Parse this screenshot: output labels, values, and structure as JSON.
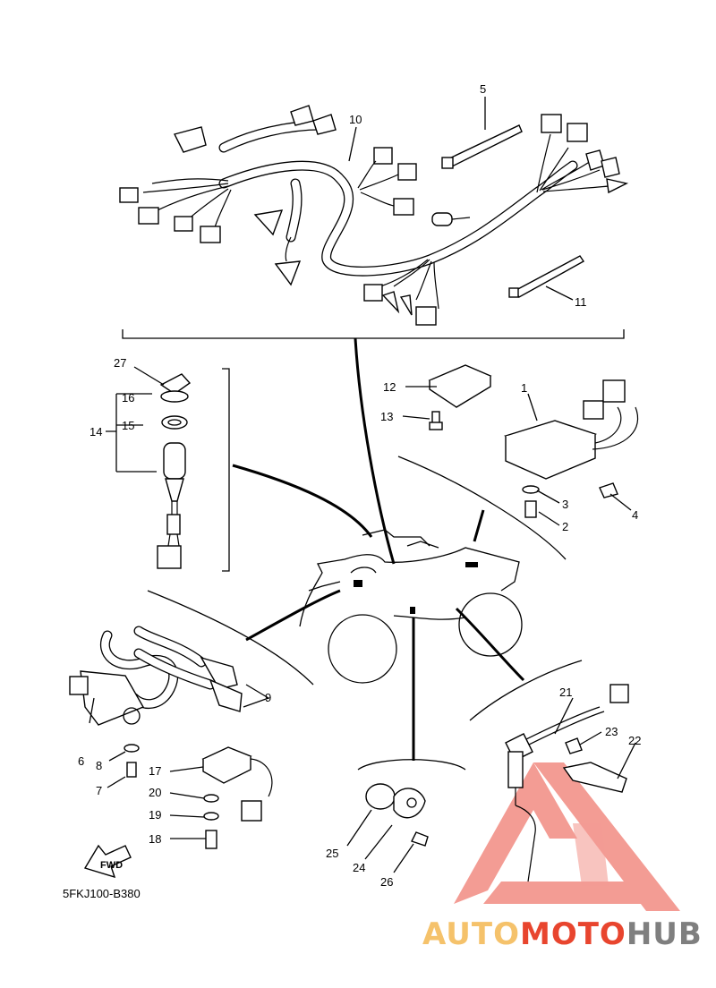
{
  "diagram": {
    "code": "5FKJ100-B380",
    "fwd_label": "FWD",
    "callouts": {
      "p1": "1",
      "p2": "2",
      "p3": "3",
      "p4": "4",
      "p5": "5",
      "p6": "6",
      "p7": "7",
      "p8": "8",
      "p9": "9",
      "p10": "10",
      "p11": "11",
      "p12": "12",
      "p13": "13",
      "p14": "14",
      "p15": "15",
      "p16": "16",
      "p17": "17",
      "p18": "18",
      "p19": "19",
      "p20": "20",
      "p21": "21",
      "p22": "22",
      "p23": "23",
      "p24": "24",
      "p25": "25",
      "p26": "26",
      "p27": "27"
    }
  },
  "watermark": {
    "part1": "AUTO",
    "part2": "MOTO",
    "part3": "HUB",
    "colors": {
      "gold": "#f5c26b",
      "red": "#e8452e",
      "gray": "#7f7f7f",
      "triangle": "#f28b82"
    }
  }
}
